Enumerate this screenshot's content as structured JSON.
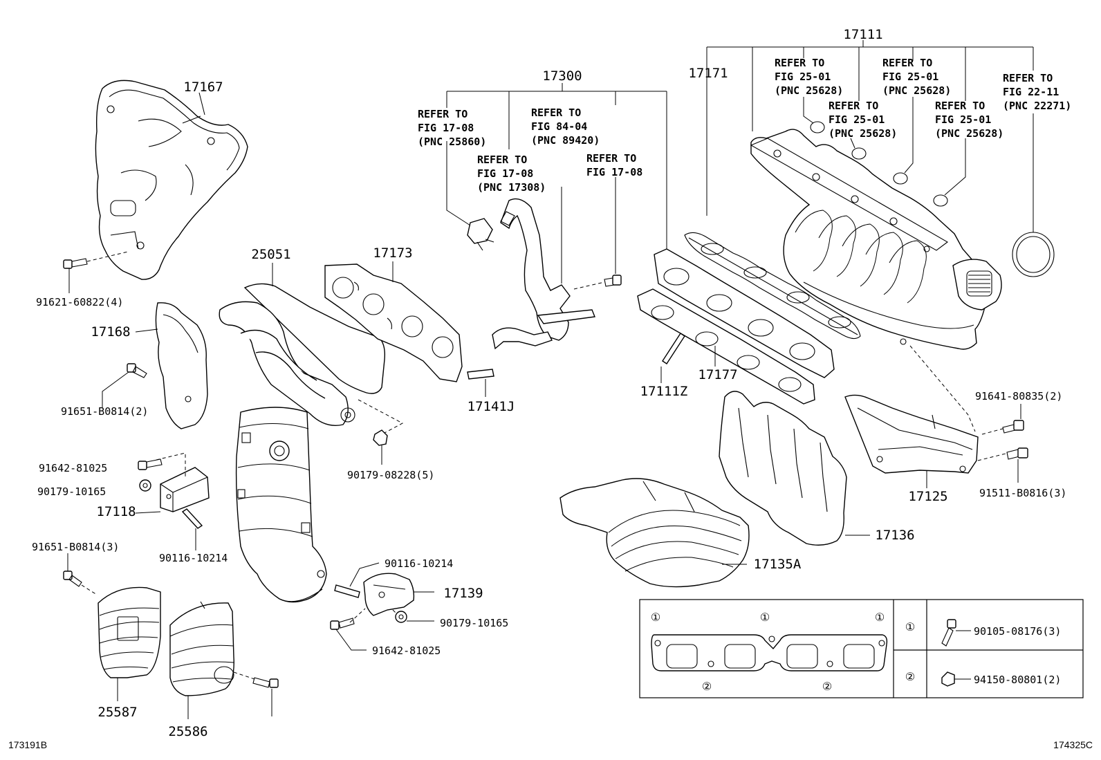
{
  "parts": {
    "p17111": "17111",
    "p17171": "17171",
    "p17300": "17300",
    "p17167": "17167",
    "p25051": "25051",
    "p17173": "17173",
    "p17168": "17168",
    "p17141J": "17141J",
    "p17111Z": "17111Z",
    "p17177": "17177",
    "p17118": "17118",
    "p17125": "17125",
    "p17136": "17136",
    "p17135A": "17135A",
    "p17139": "17139",
    "p25587": "25587",
    "p25586": "25586"
  },
  "fasteners": {
    "f91621": "91621-60822(4)",
    "f91651a": "91651-B0814(2)",
    "f91642a": "91642-81025",
    "f90179a": "90179-10165",
    "f90116a": "90116-10214",
    "f91651b": "91651-B0814(3)",
    "f90179_5": "90179-08228(5)",
    "f90116b": "90116-10214",
    "f90179b": "90179-10165",
    "f91642b": "91642-81025",
    "f91641": "91641-80835(2)",
    "f91511": "91511-B0816(3)"
  },
  "references": {
    "r1": [
      "REFER TO",
      "FIG 17-08",
      "(PNC 25860)"
    ],
    "r2": [
      "REFER TO",
      "FIG 84-04",
      "(PNC 89420)"
    ],
    "r3": [
      "REFER TO",
      "FIG 17-08",
      "(PNC 17308)"
    ],
    "r4": [
      "REFER TO",
      "FIG 17-08"
    ],
    "r5": [
      "REFER TO",
      "FIG 25-01",
      "(PNC 25628)"
    ],
    "r6": [
      "REFER TO",
      "FIG 25-01",
      "(PNC 25628)"
    ],
    "r7": [
      "REFER TO",
      "FIG 25-01",
      "(PNC 25628)"
    ],
    "r8": [
      "REFER TO",
      "FIG 25-01",
      "(PNC 25628)"
    ],
    "r9": [
      "REFER TO",
      "FIG 22-11",
      "(PNC 22271)"
    ]
  },
  "legend": {
    "mark1": "①",
    "mark2": "②",
    "bolt": "90105-08176(3)",
    "nut": "94150-80801(2)"
  },
  "corners": {
    "left": "173191B",
    "right": "174325C"
  }
}
